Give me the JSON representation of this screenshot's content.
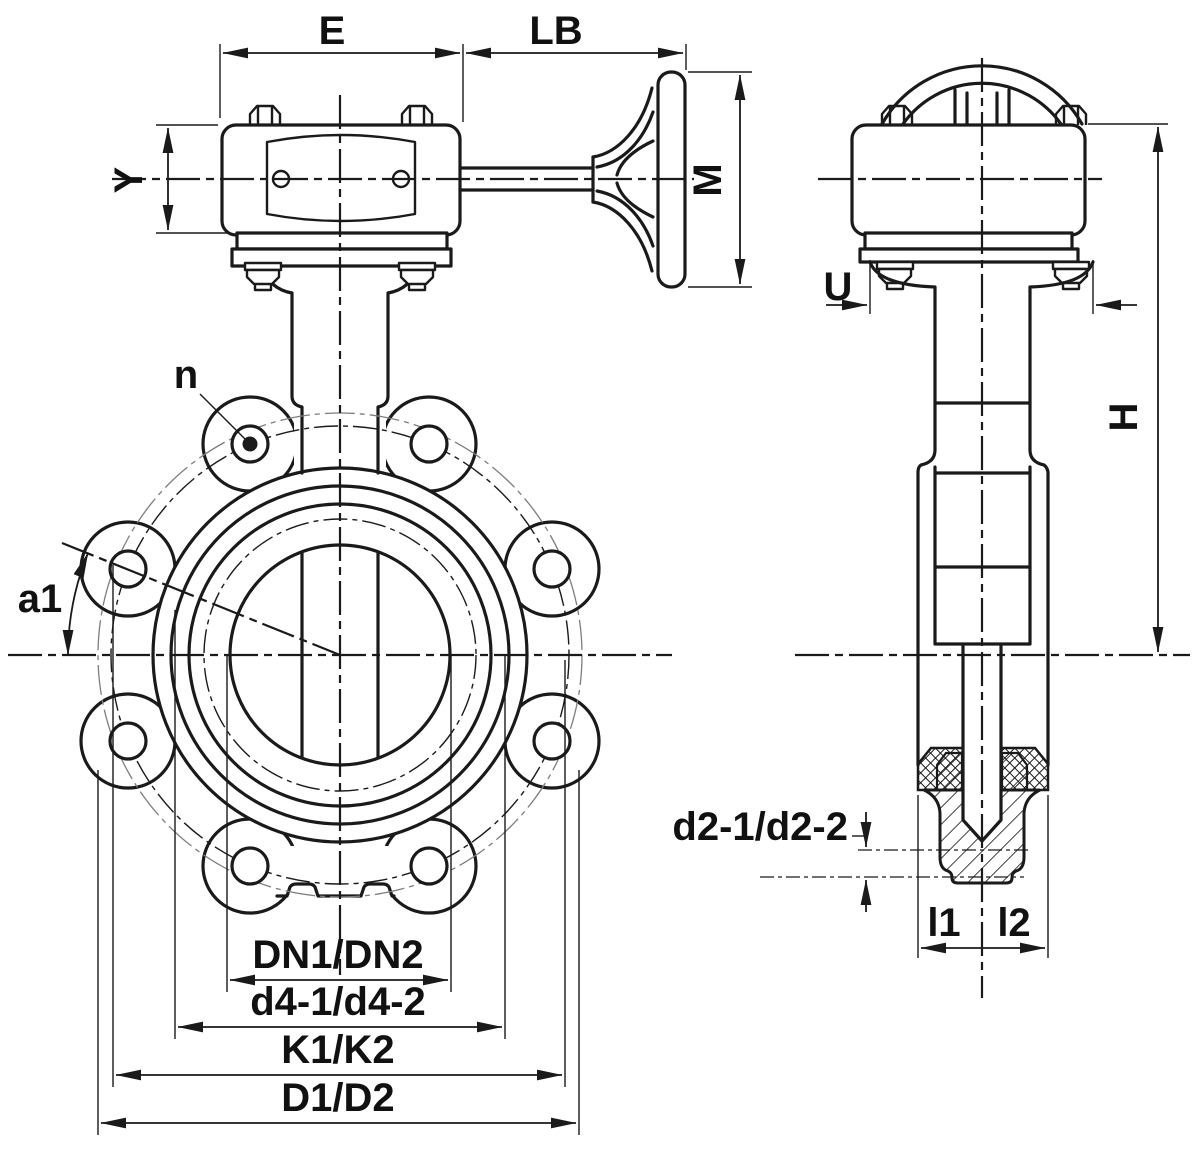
{
  "drawing_labels": {
    "front": {
      "e": "E",
      "lb": "LB",
      "y": "Y",
      "m": "M",
      "n": "n",
      "a1": "a1",
      "dn": "DN1/DN2",
      "d4": "d4-1/d4-2",
      "k": "K1/K2",
      "d": "D1/D2"
    },
    "side": {
      "u": "U",
      "h": "H",
      "d2": "d2-1/d2-2",
      "l1": "l1",
      "l2": "l2"
    }
  },
  "colors": {
    "line": "#1a1a1a",
    "ghost_line": "#7d7d7d",
    "background": "#ffffff"
  }
}
